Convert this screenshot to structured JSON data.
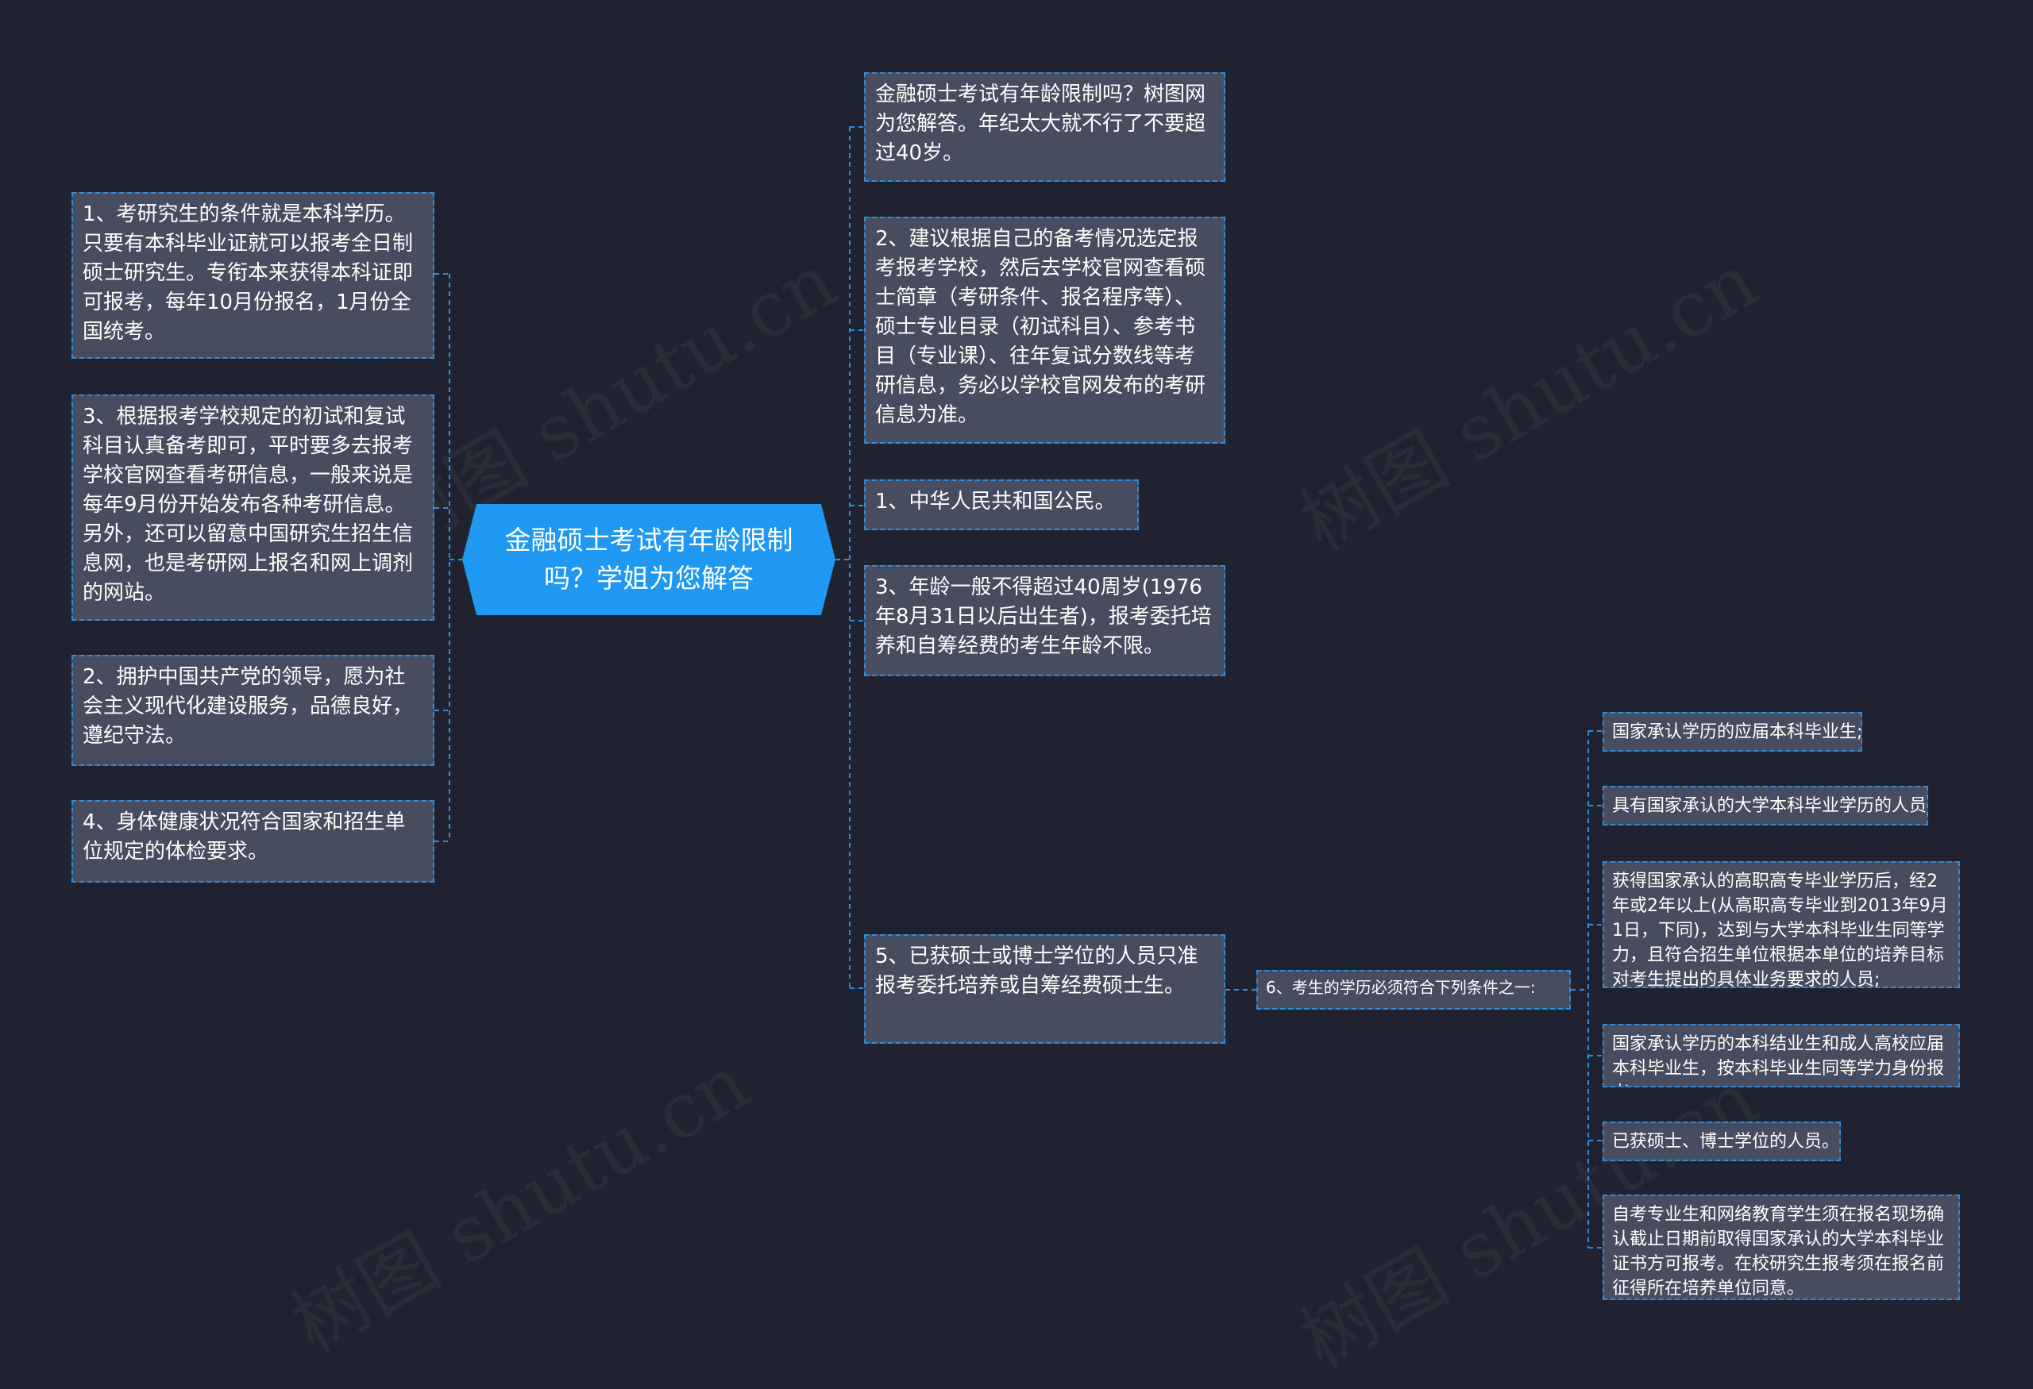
{
  "watermark": "树图 shutu.cn",
  "colors": {
    "background": "#20232f",
    "node_fill": "#474d5e",
    "accent": "#2a8fe0",
    "root_fill": "#1e98f0"
  },
  "root": {
    "title": "金融硕士考试有年龄限制吗？学姐为您解答"
  },
  "left_nodes": [
    "1、考研究生的条件就是本科学历。只要有本科毕业证就可以报考全日制硕士研究生。专衔本来获得本科证即可报考，每年10月份报名，1月份全国统考。",
    "3、根据报考学校规定的初试和复试科目认真备考即可，平时要多去报考学校官网查看考研信息，一般来说是每年9月份开始发布各种考研信息。另外，还可以留意中国研究生招生信息网，也是考研网上报名和网上调剂的网站。",
    "2、拥护中国共产党的领导，愿为社会主义现代化建设服务，品德良好，遵纪守法。",
    "4、身体健康状况符合国家和招生单位规定的体检要求。"
  ],
  "right_nodes": [
    "金融硕士考试有年龄限制吗？树图网为您解答。年纪太大就不行了不要超过40岁。",
    "2、建议根据自己的备考情况选定报考报考学校，然后去学校官网查看硕士简章（考研条件、报名程序等）、硕士专业目录（初试科目）、参考书目（专业课）、往年复试分数线等考研信息，务必以学校官网发布的考研信息为准。",
    "1、中华人民共和国公民。",
    "3、年龄一般不得超过40周岁(1976年8月31日以后出生者)，报考委托培养和自筹经费的考生年龄不限。",
    "5、已获硕士或博士学位的人员只准报考委托培养或自筹经费硕士生。"
  ],
  "condition_node": "6、考生的学历必须符合下列条件之一:",
  "condition_items": [
    "国家承认学历的应届本科毕业生;",
    "具有国家承认的大学本科毕业学历的人员;",
    "获得国家承认的高职高专毕业学历后，经2年或2年以上(从高职高专毕业到2013年9月1日，下同)，达到与大学本科毕业生同等学力，且符合招生单位根据本单位的培养目标对考生提出的具体业务要求的人员;",
    "国家承认学历的本科结业生和成人高校应届本科毕业生，按本科毕业生同等学力身份报考。",
    "已获硕士、博士学位的人员。",
    "自考专业生和网络教育学生须在报名现场确认截止日期前取得国家承认的大学本科毕业证书方可报考。在校研究生报考须在报名前征得所在培养单位同意。"
  ]
}
